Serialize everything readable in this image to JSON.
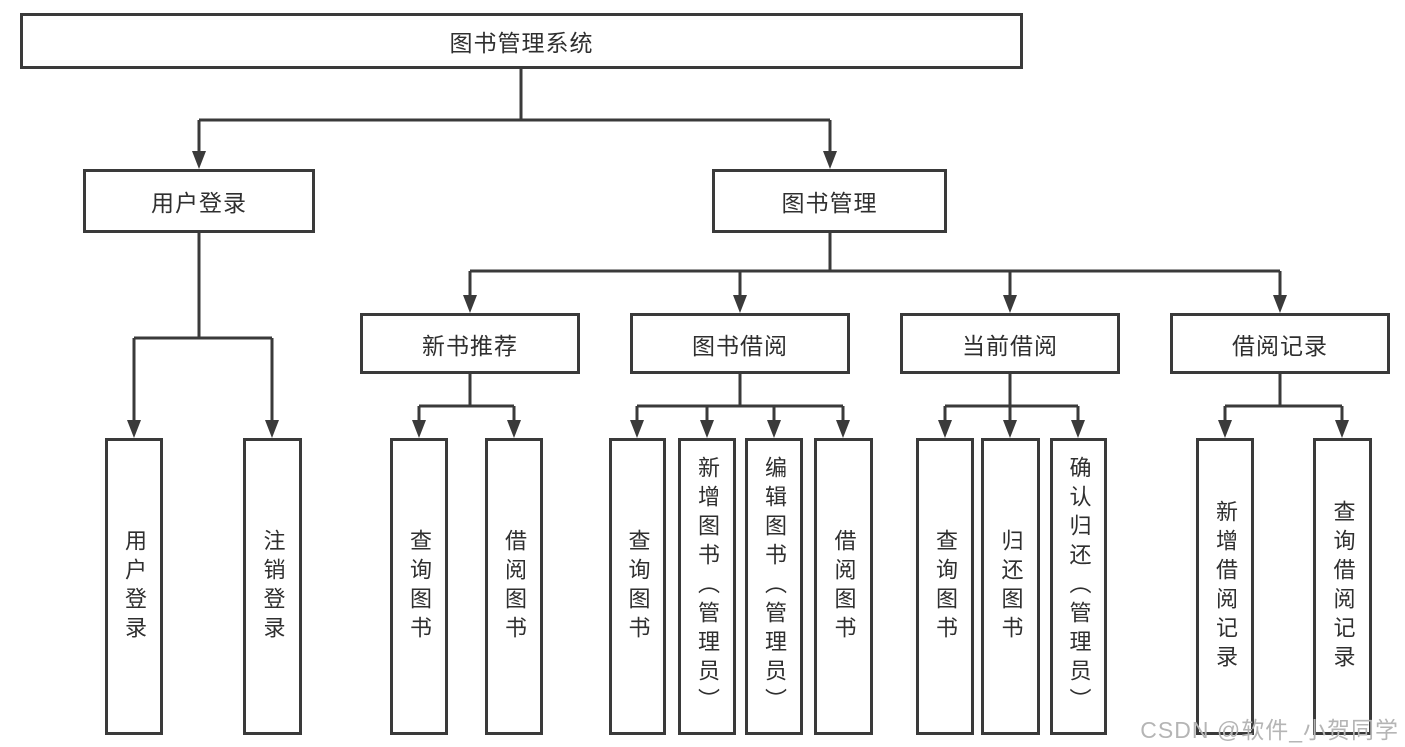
{
  "colors": {
    "line": "#3a3a3a",
    "box_border": "#3a3a3a",
    "text": "#2f2f2f",
    "watermark": "#b5b5b5",
    "background": "#ffffff"
  },
  "watermark": {
    "text": "CSDN @软件_小贺同学"
  },
  "tree": {
    "label": "图书管理系统",
    "children": [
      {
        "label": "用户登录",
        "children": [
          {
            "label": "用户登录"
          },
          {
            "label": "注销登录"
          }
        ]
      },
      {
        "label": "图书管理",
        "children": [
          {
            "label": "新书推荐",
            "children": [
              {
                "label": "查询图书"
              },
              {
                "label": "借阅图书"
              }
            ]
          },
          {
            "label": "图书借阅",
            "children": [
              {
                "label": "查询图书"
              },
              {
                "label": "新增图书（管理员）"
              },
              {
                "label": "编辑图书（管理员）"
              },
              {
                "label": "借阅图书"
              }
            ]
          },
          {
            "label": "当前借阅",
            "children": [
              {
                "label": "查询图书"
              },
              {
                "label": "归还图书"
              },
              {
                "label": "确认归还（管理员）"
              }
            ]
          },
          {
            "label": "借阅记录",
            "children": [
              {
                "label": "新增借阅记录"
              },
              {
                "label": "查询借阅记录"
              }
            ]
          }
        ]
      }
    ]
  }
}
